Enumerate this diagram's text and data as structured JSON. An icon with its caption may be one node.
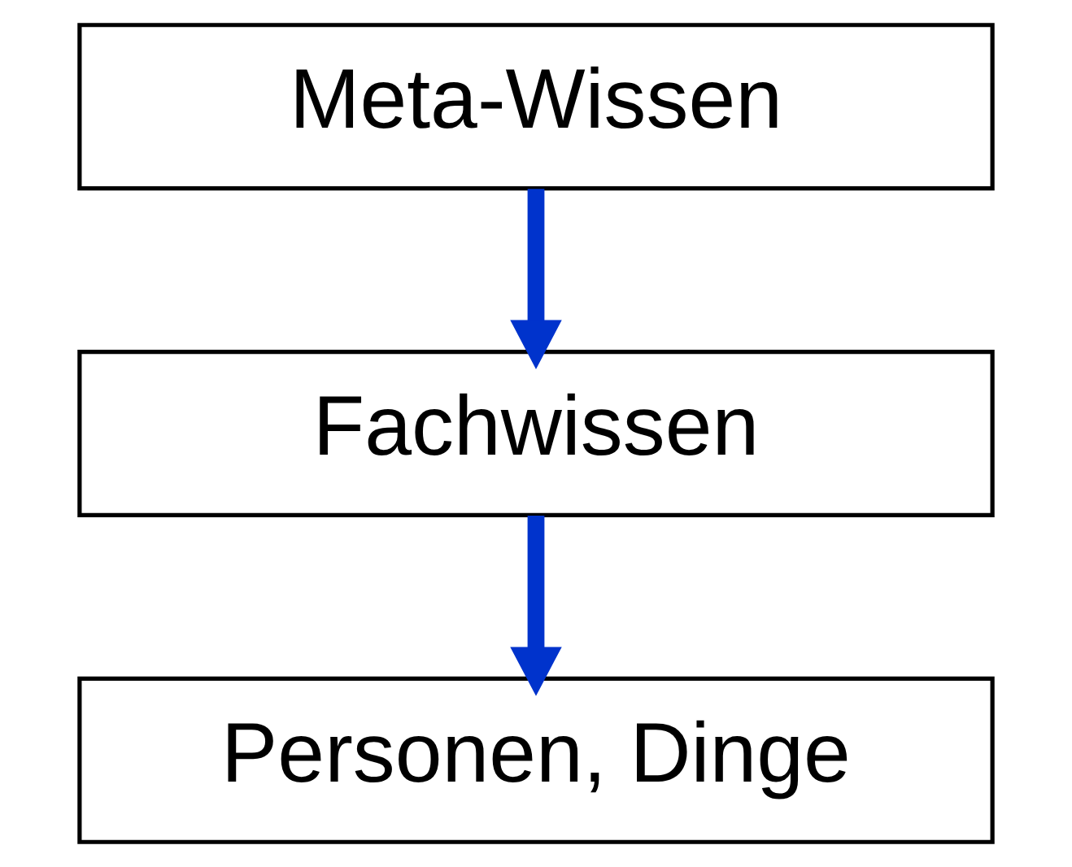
{
  "diagram": {
    "nodes": [
      {
        "text": [
          "Meta-Wissen"
        ]
      },
      {
        "text": [
          "Fachwissen"
        ]
      },
      {
        "text": [
          "Personen, Dinge"
        ]
      }
    ],
    "edges": [
      {
        "from": 0,
        "to": 1,
        "arrow": "to"
      },
      {
        "from": 1,
        "to": 2,
        "arrow": "to"
      }
    ]
  }
}
